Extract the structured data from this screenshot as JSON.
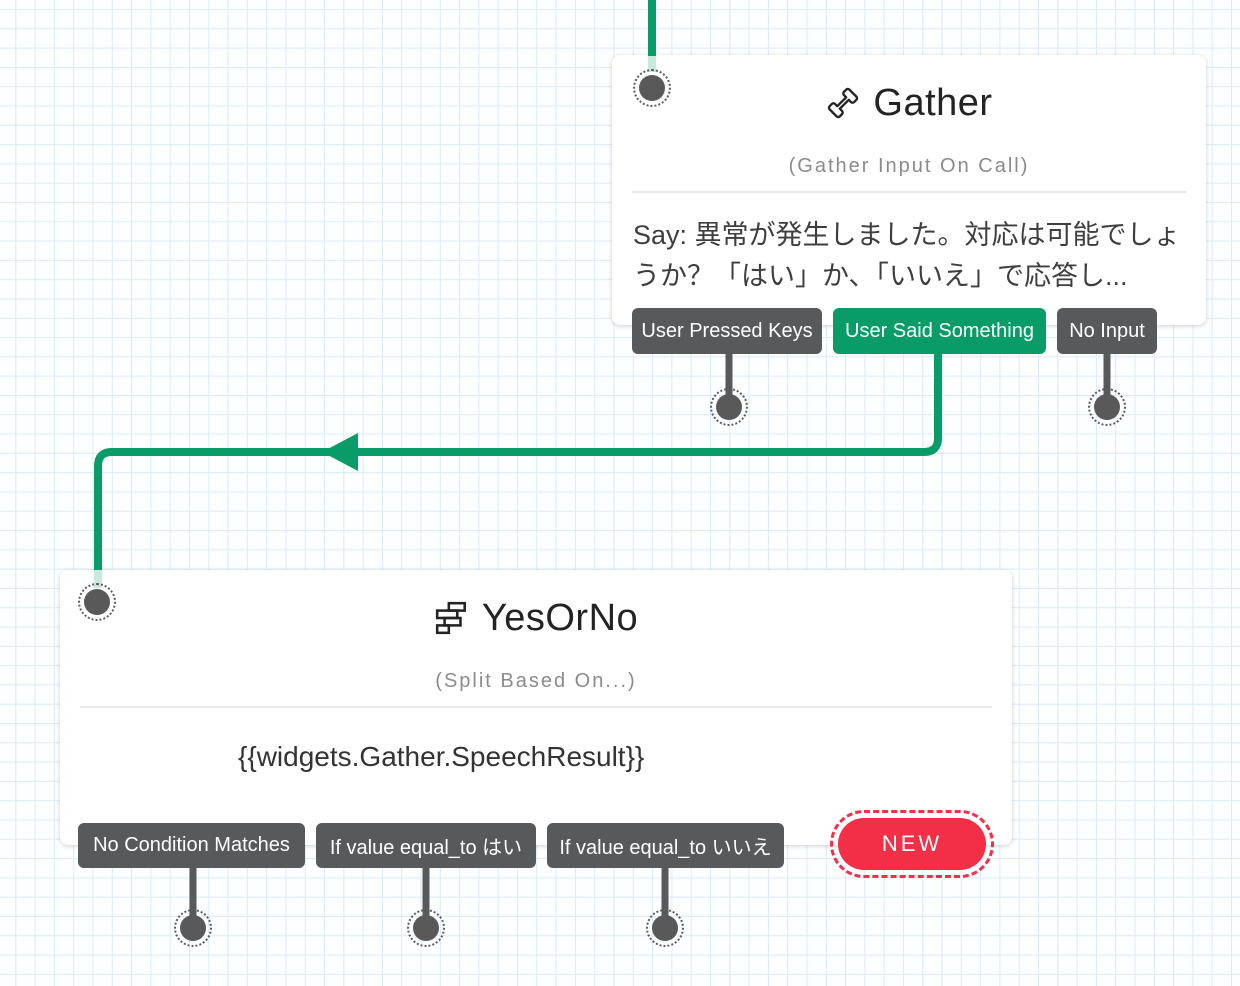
{
  "canvas": {
    "colors": {
      "connector_green": "#099c68",
      "button_gray": "#58595b",
      "new_red": "#f22f46",
      "grid_blue": "#dbeafa"
    }
  },
  "widgets": {
    "gather": {
      "title": "Gather",
      "type_label": "(Gather Input On Call)",
      "body_text": "Say: 異常が発生しました。対応は可能でしょうか？「はい」か、「いいえ」で応答し...",
      "icon": "phone-handset-icon",
      "transitions": [
        {
          "label": "User Pressed Keys",
          "state": "unconnected"
        },
        {
          "label": "User Said Something",
          "state": "connected"
        },
        {
          "label": "No Input",
          "state": "unconnected"
        }
      ]
    },
    "yesorno": {
      "title": "YesOrNo",
      "type_label": "(Split Based On...)",
      "body_text": "{{widgets.Gather.SpeechResult}}",
      "icon": "split-icon",
      "transitions": [
        {
          "label": "No Condition Matches",
          "state": "unconnected"
        },
        {
          "label": "If value equal_to はい",
          "state": "unconnected"
        },
        {
          "label": "If value equal_to いいえ",
          "state": "unconnected"
        }
      ],
      "new_button_label": "NEW"
    }
  }
}
